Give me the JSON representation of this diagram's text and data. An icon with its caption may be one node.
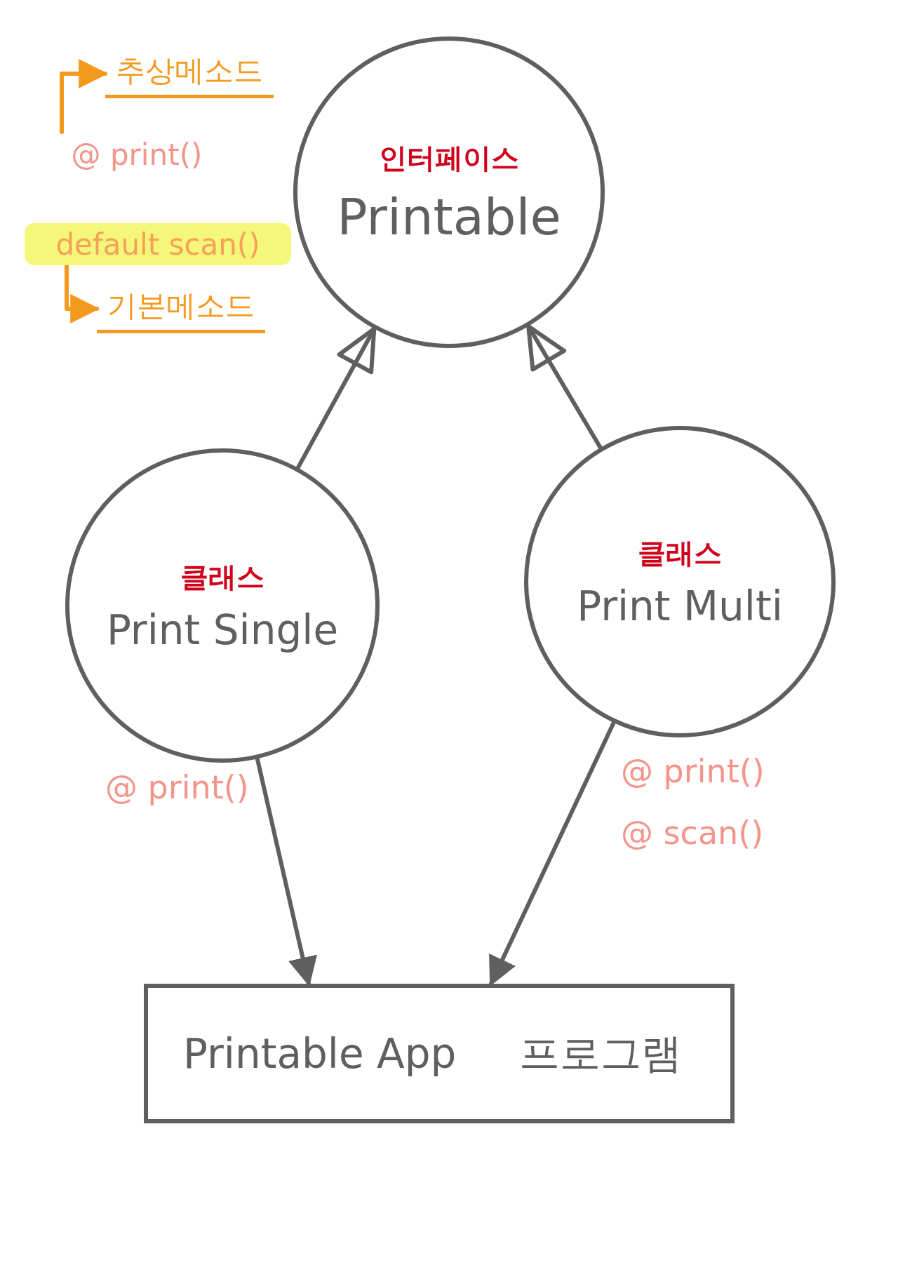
{
  "diagram": {
    "nodes": [
      {
        "text": [
          "인터페이스",
          "Printable"
        ]
      },
      {
        "text": [
          "클래스",
          "Print Single"
        ],
        "beside": [
          "@ print()"
        ]
      },
      {
        "text": [
          "클래스",
          "Print Multi"
        ],
        "beside": [
          "@ print()",
          "@ scan()"
        ]
      },
      {
        "text": [
          "Printable App",
          "프로그램"
        ]
      },
      {
        "text": [
          "@ print()"
        ]
      },
      {
        "text": [
          "추상메소드"
        ]
      },
      {
        "text": [
          "default scan()"
        ]
      },
      {
        "text": [
          "기본메소드"
        ]
      }
    ],
    "edges": [
      {
        "from": 1,
        "to": 0,
        "arrow": "to"
      },
      {
        "from": 2,
        "to": 0,
        "arrow": "to"
      },
      {
        "from": 1,
        "to": 3,
        "arrow": "to"
      },
      {
        "from": 2,
        "to": 3,
        "arrow": "to"
      },
      {
        "from": 4,
        "to": 5,
        "arrow": "to",
        "color": "#f39a1e"
      },
      {
        "from": 6,
        "to": 7,
        "arrow": "to",
        "color": "#f39a1e"
      }
    ]
  }
}
